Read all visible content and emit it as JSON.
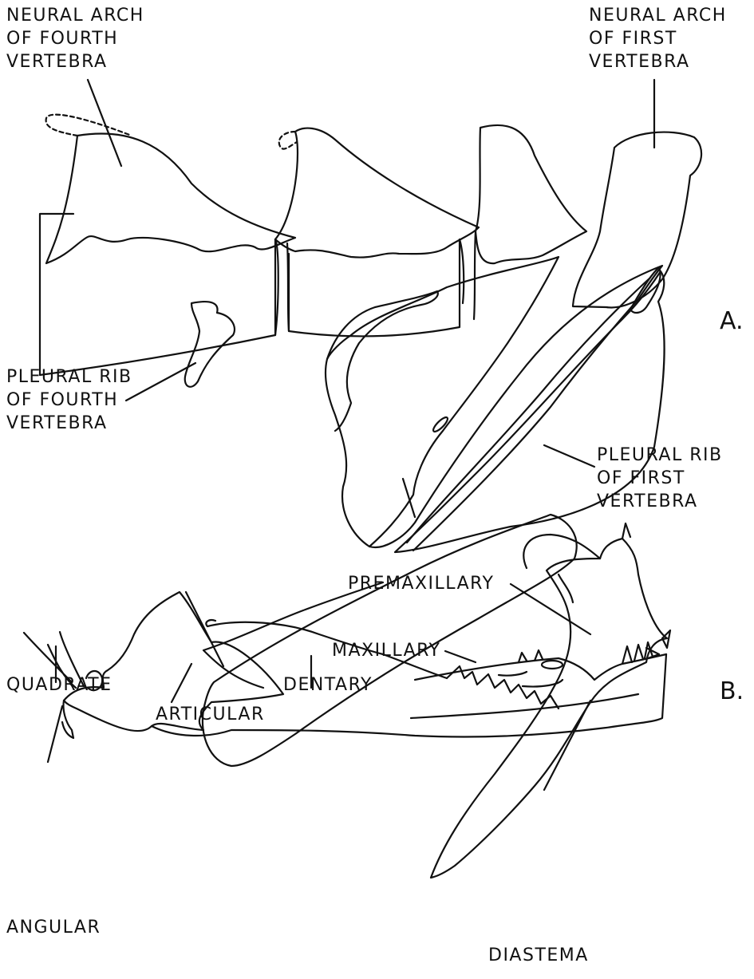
{
  "panel_a": {
    "panel_label": "A.",
    "labels": {
      "neural_arch_fourth": [
        "NEURAL ARCH",
        "OF FOURTH",
        "VERTEBRA"
      ],
      "neural_arch_first": [
        "NEURAL ARCH",
        "OF FIRST",
        "VERTEBRA"
      ],
      "pleural_rib_fourth": [
        "PLEURAL RIB",
        "OF FOURTH",
        "VERTEBRA"
      ],
      "pleural_rib_first": [
        "PLEURAL RIB",
        "OF FIRST",
        "VERTEBRA"
      ]
    }
  },
  "panel_b": {
    "panel_label": "B.",
    "labels": {
      "premaxillary": "PREMAXILLARY",
      "maxillary": "MAXILLARY",
      "quadrate": "QUADRATE",
      "dentary": "DENTARY",
      "articular": "ARTICULAR",
      "angular": "ANGULAR",
      "diastema": "DIASTEMA"
    }
  },
  "style": {
    "ink_color": "#111111",
    "background": "#ffffff"
  }
}
